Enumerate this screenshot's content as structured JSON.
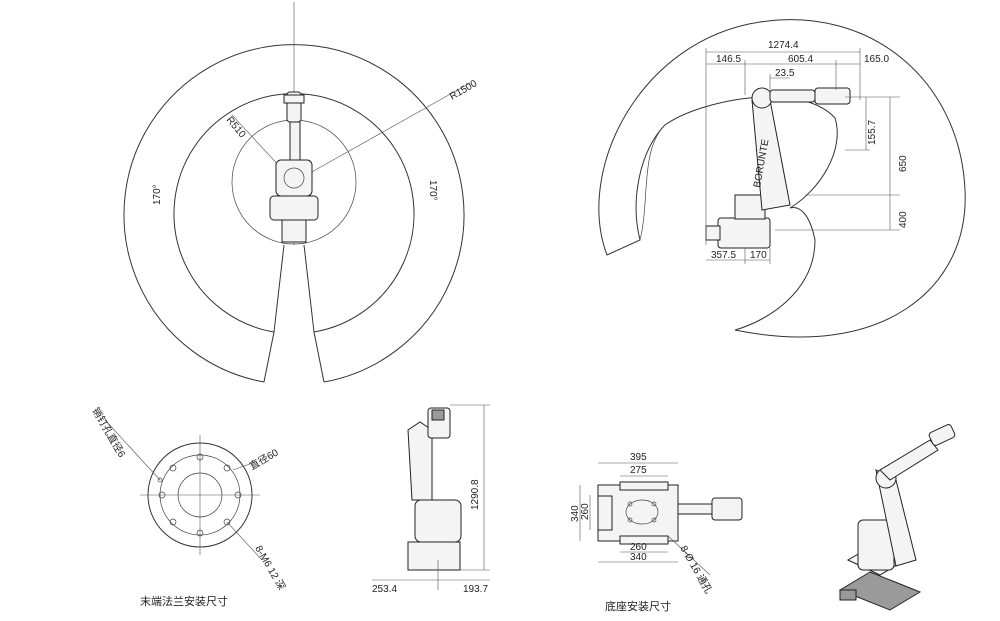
{
  "top_view": {
    "r_outer": "R1500",
    "r_inner": "R510",
    "angle_left": "170°",
    "angle_right": "170°"
  },
  "side_view": {
    "dims": {
      "overall_width": "1274.4",
      "left_offset": "146.5",
      "arm_reach": "605.4",
      "tool_offset": "165.0",
      "wrist_offset": "23.5",
      "h_155": "155.7",
      "h_650": "650",
      "h_400": "400",
      "base_left": "357.5",
      "base_right": "170"
    },
    "brand_text": "BORUNTE"
  },
  "flange": {
    "hole_note": "销钉孔直径6",
    "diameter_note": "直径60",
    "thread_note": "8-M6 12 深",
    "caption": "末端法兰安装尺寸"
  },
  "front_view": {
    "height": "1290.8",
    "left": "253.4",
    "right": "193.7"
  },
  "base_mount": {
    "w395": "395",
    "w275": "275",
    "h340": "340",
    "h260": "260",
    "b260": "260",
    "b340": "340",
    "hole_note": "8-Ø 16 通孔",
    "caption": "底座安装尺寸"
  }
}
